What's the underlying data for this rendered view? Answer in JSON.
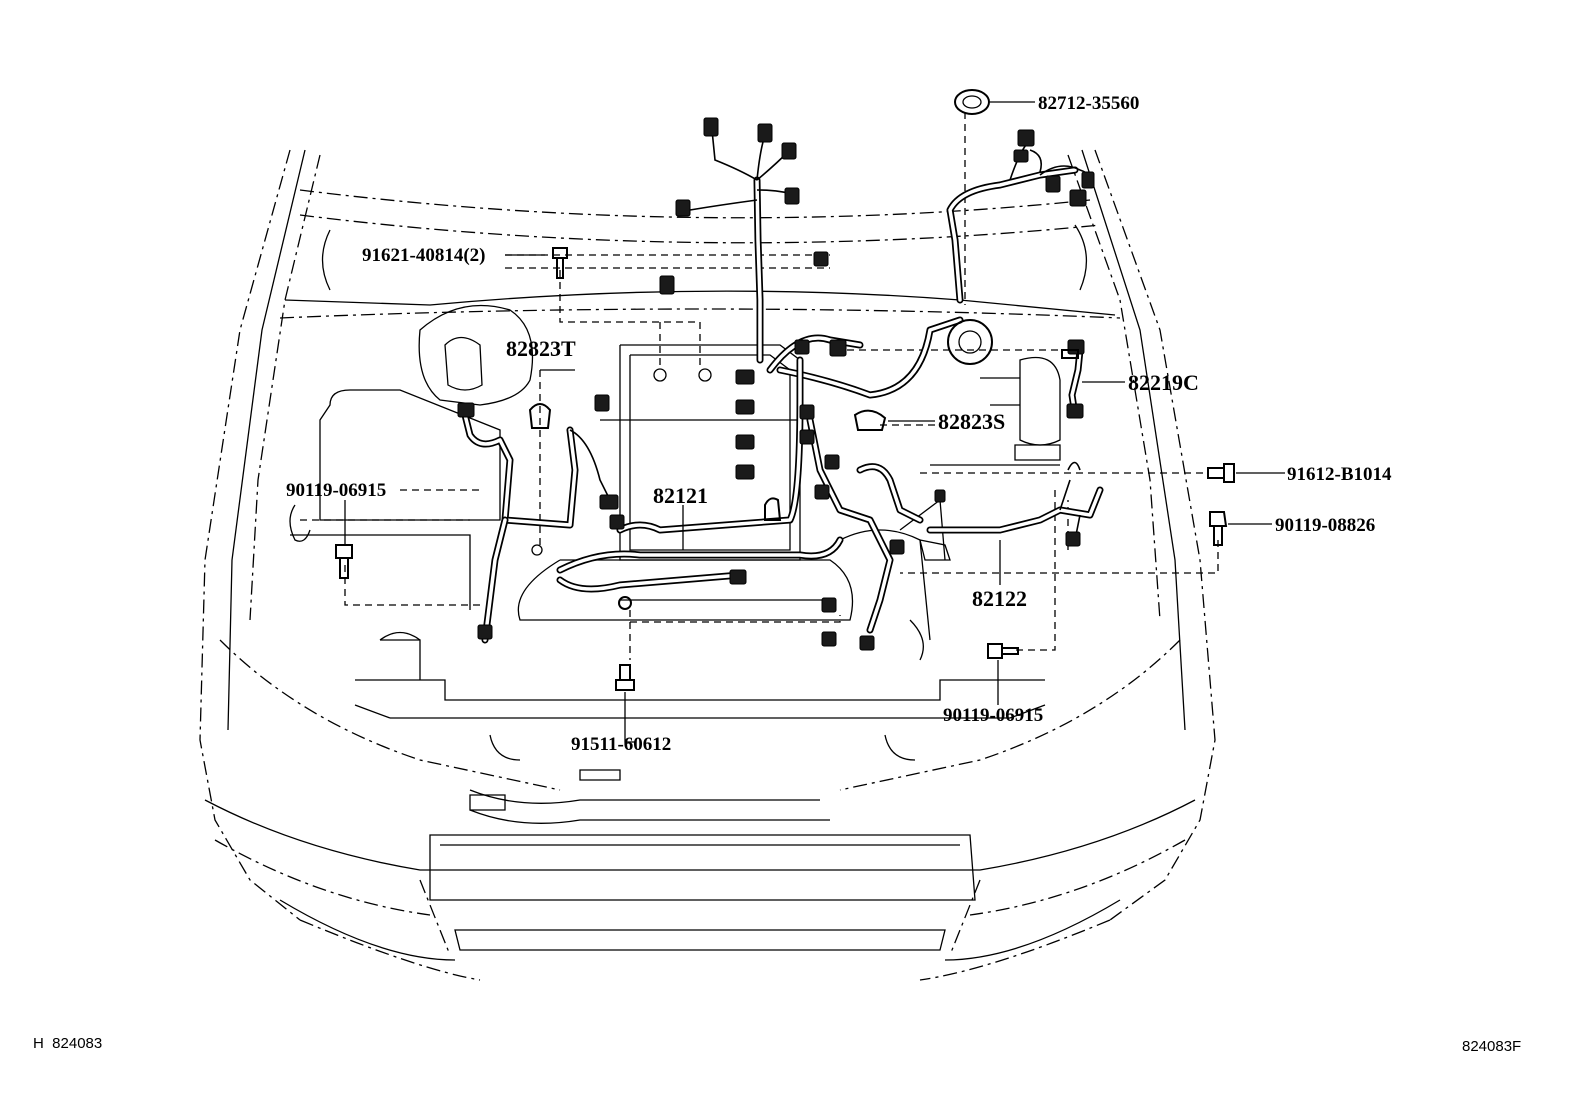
{
  "diagram": {
    "parts": [
      {
        "id": "p1",
        "number": "82712-35560"
      },
      {
        "id": "p2",
        "number": "91621-40814(2)"
      },
      {
        "id": "p3",
        "number": "82823T"
      },
      {
        "id": "p4",
        "number": "82219C"
      },
      {
        "id": "p5",
        "number": "82823S"
      },
      {
        "id": "p6",
        "number": "91612-B1014"
      },
      {
        "id": "p7",
        "number": "90119-06915"
      },
      {
        "id": "p8",
        "number": "82121"
      },
      {
        "id": "p9",
        "number": "90119-08826"
      },
      {
        "id": "p10",
        "number": "82122"
      },
      {
        "id": "p11",
        "number": "90119-06915"
      },
      {
        "id": "p12",
        "number": "91511-60612"
      }
    ]
  },
  "footer": {
    "left_code": "H  824083",
    "right_code": "824083F"
  }
}
